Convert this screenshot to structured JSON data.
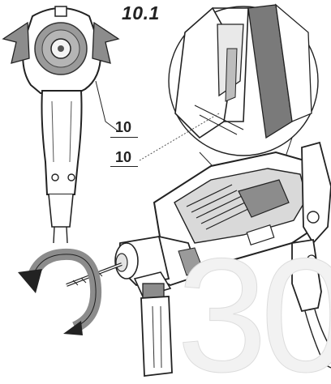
{
  "figure": {
    "label": "10.1"
  },
  "callouts": [
    {
      "text": "10"
    },
    {
      "text": "10"
    }
  ],
  "page_number": "30",
  "colors": {
    "ink": "#222222",
    "mid_gray": "#8c8c8c",
    "dark_gray": "#5a5a5a",
    "watermark": "#e6e6e6"
  }
}
